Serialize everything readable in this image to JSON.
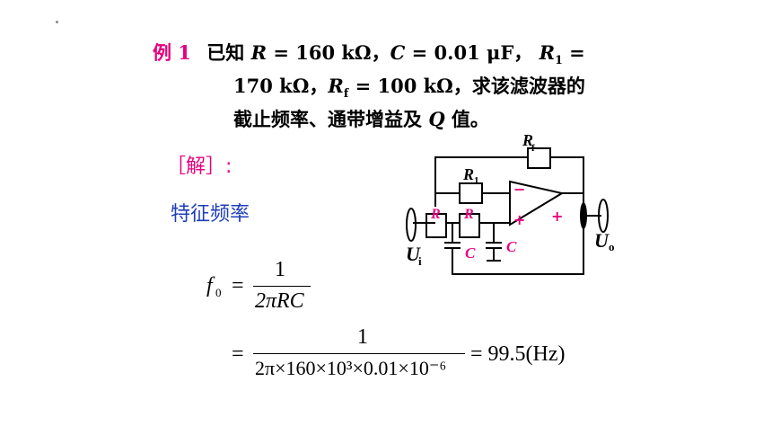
{
  "problem": {
    "label": "例 1",
    "line1": [
      "已知 ",
      "R",
      " = 160 kΩ，",
      "C",
      " = 0.01 μF，  ",
      "R",
      "1",
      " ="
    ],
    "line2": [
      "170 kΩ，",
      "R",
      "f",
      " = 100 kΩ，求该滤波器的"
    ],
    "line3": [
      "截止频率、通带增益及 ",
      "Q",
      " 值。"
    ]
  },
  "solution": {
    "header": "［解］:",
    "subheading": "特征频率"
  },
  "formula1": {
    "lhs_f": "f",
    "lhs_sub": "0",
    "eq": "=",
    "num": "1",
    "den": "2πRC"
  },
  "formula2": {
    "eq": "=",
    "num": "1",
    "den": "2π×160×10³×0.01×10⁻⁶",
    "result": "= 99.5(Hz)"
  },
  "circuit": {
    "labels": {
      "rf": "R",
      "rf_sub": "f",
      "r1": "R",
      "r1_sub": "1",
      "r_a": "R",
      "r_b": "R",
      "c_a": "C",
      "c_b": "C",
      "minus": "−",
      "plus_in": "+",
      "plus_out": "+",
      "ui": "U",
      "ui_sub": "i",
      "uo": "U",
      "uo_sub": "o"
    },
    "colors": {
      "wire": "#000000",
      "accent": "#e6007e"
    }
  }
}
